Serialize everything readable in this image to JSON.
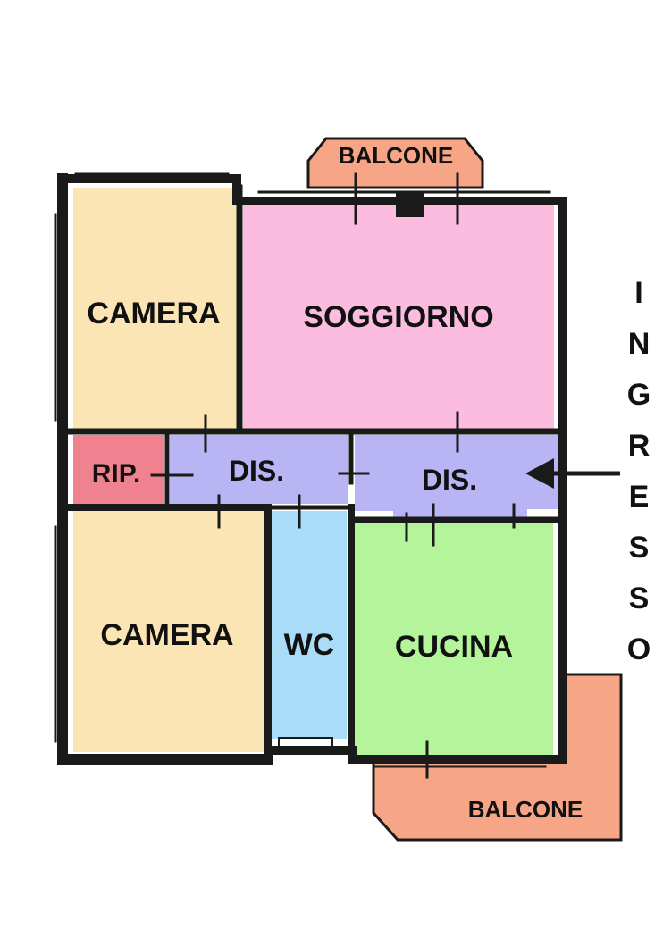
{
  "rooms": {
    "camera_top": "CAMERA",
    "soggiorno": "SOGGIORNO",
    "balcone_top": "BALCONE",
    "ripostiglio": "RIP.",
    "disimpegno_left": "DIS.",
    "disimpegno_right": "DIS.",
    "camera_bottom": "CAMERA",
    "wc": "WC",
    "cucina": "CUCINA",
    "balcone_bottom": "BALCONE"
  },
  "entrance": {
    "letters": [
      "I",
      "N",
      "G",
      "R",
      "E",
      "S",
      "S",
      "O"
    ]
  },
  "colors": {
    "camera": "#fbe5b4",
    "soggiorno": "#fbbce0",
    "balcone": "#f6a686",
    "ripostiglio": "#f0828f",
    "disimpegno": "#b9b5f5",
    "wc": "#a9dcf6",
    "cucina": "#b4f49a",
    "wall": "#1a1a1a"
  }
}
